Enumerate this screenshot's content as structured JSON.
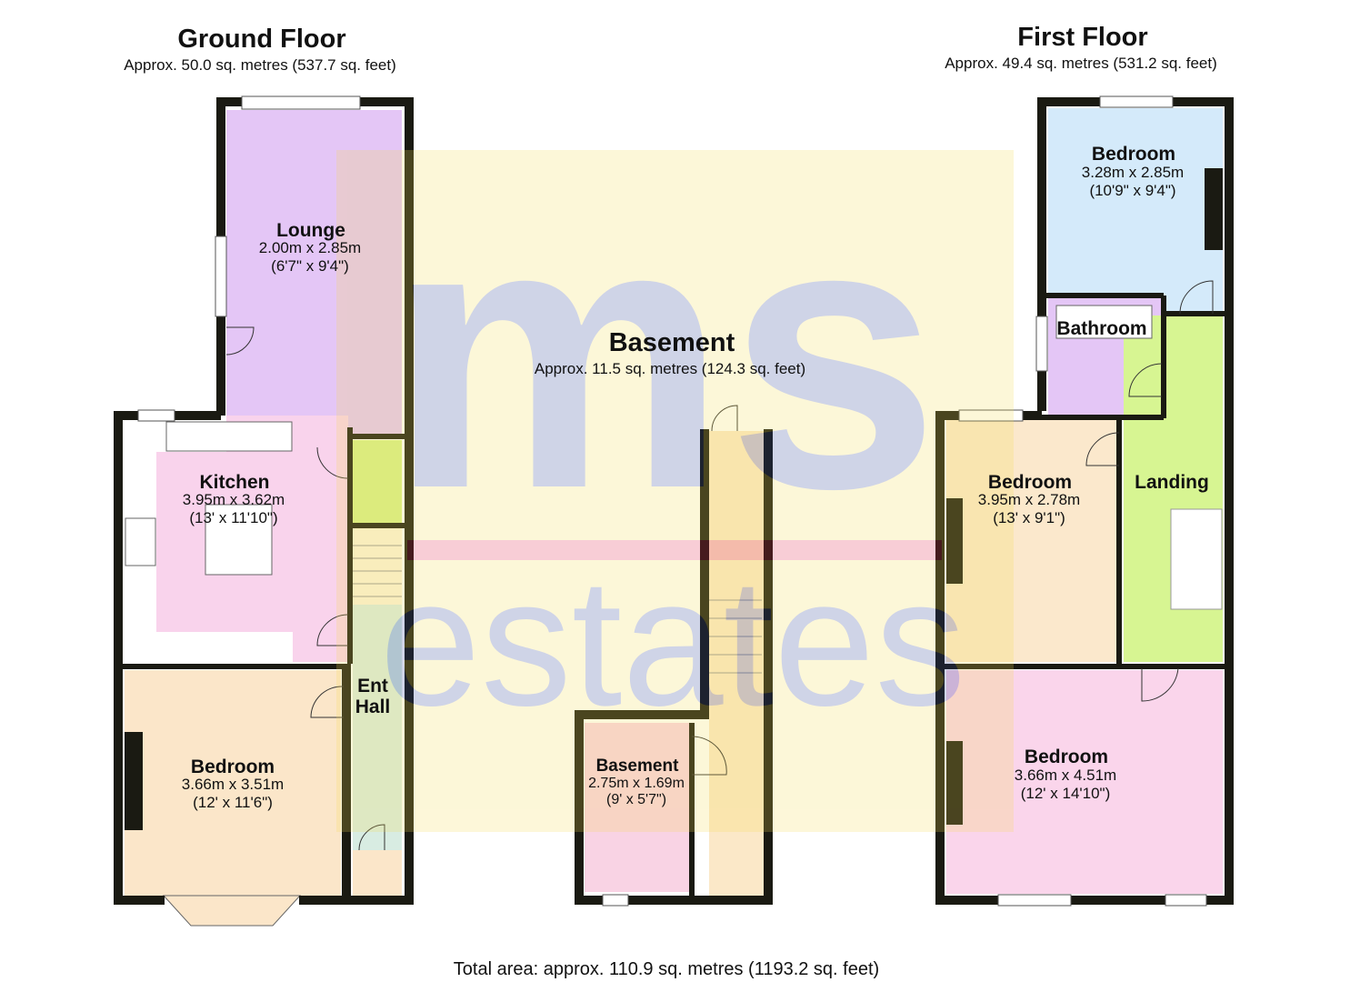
{
  "ground_floor": {
    "title": "Ground Floor",
    "area": "Approx. 50.0 sq. metres (537.7 sq. feet)",
    "rooms": [
      {
        "name": "Lounge",
        "metric": "2.00m x 2.85m",
        "imperial": "(6'7\" x 9'4\")"
      },
      {
        "name": "Kitchen",
        "metric": "3.95m x 3.62m",
        "imperial": "(13' x 11'10\")"
      },
      {
        "name": "Bedroom",
        "metric": "3.66m x 3.51m",
        "imperial": "(12' x 11'6\")"
      },
      {
        "name_line1": "Ent",
        "name_line2": "Hall"
      }
    ]
  },
  "basement": {
    "title": "Basement",
    "area": "Approx. 11.5 sq. metres (124.3 sq. feet)",
    "rooms": [
      {
        "name": "Basement",
        "metric": "2.75m x 1.69m",
        "imperial": "(9' x 5'7\")"
      }
    ]
  },
  "first_floor": {
    "title": "First Floor",
    "area": "Approx. 49.4 sq. metres (531.2 sq. feet)",
    "rooms": [
      {
        "name": "Bedroom",
        "metric": "3.28m x 2.85m",
        "imperial": "(10'9\" x 9'4\")"
      },
      {
        "name": "Bathroom"
      },
      {
        "name": "Bedroom",
        "metric": "3.95m x 2.78m",
        "imperial": "(13' x 9'1\")"
      },
      {
        "name": "Landing"
      },
      {
        "name": "Bedroom",
        "metric": "3.66m x 4.51m",
        "imperial": "(12' x 14'10\")"
      }
    ]
  },
  "watermark": {
    "line1": "ms",
    "line2": "estates"
  },
  "total_area": "Total area: approx. 110.9 sq. metres (1193.2 sq. feet)",
  "colors": {
    "lounge": "#e4c6f6",
    "kitchen": "#f9d3ec",
    "bedroom_beige": "#fbe6c9",
    "hall": "#d8ece2",
    "store": "#d6f08a",
    "blue": "#d4eafa",
    "landing": "#d7f592",
    "pink": "#fad5eb"
  }
}
